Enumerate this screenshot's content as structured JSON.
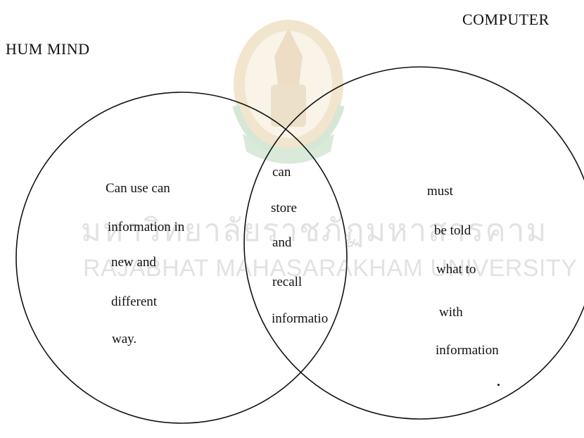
{
  "watermark": {
    "line1": "มหาวิทยาลัยราชภัฏมหาสารคาม",
    "line2": "RAJABHAT MAHASARAKHAM UNIVERSITY",
    "seal_colors": [
      "#d8b36a",
      "#8ec08a",
      "#e2c98e"
    ]
  },
  "labels": {
    "left_set": "HUM  MIND",
    "right_set": "COMPUTER"
  },
  "regions": {
    "left_only": [
      "Can use can",
      "information in",
      "new and",
      "different",
      "way."
    ],
    "overlap": [
      "can",
      "store",
      "and",
      "recall",
      "informatio"
    ],
    "right_only": [
      "must",
      "be  told",
      "what to",
      "with",
      "information"
    ]
  },
  "colors": {
    "ink": "#111111"
  }
}
